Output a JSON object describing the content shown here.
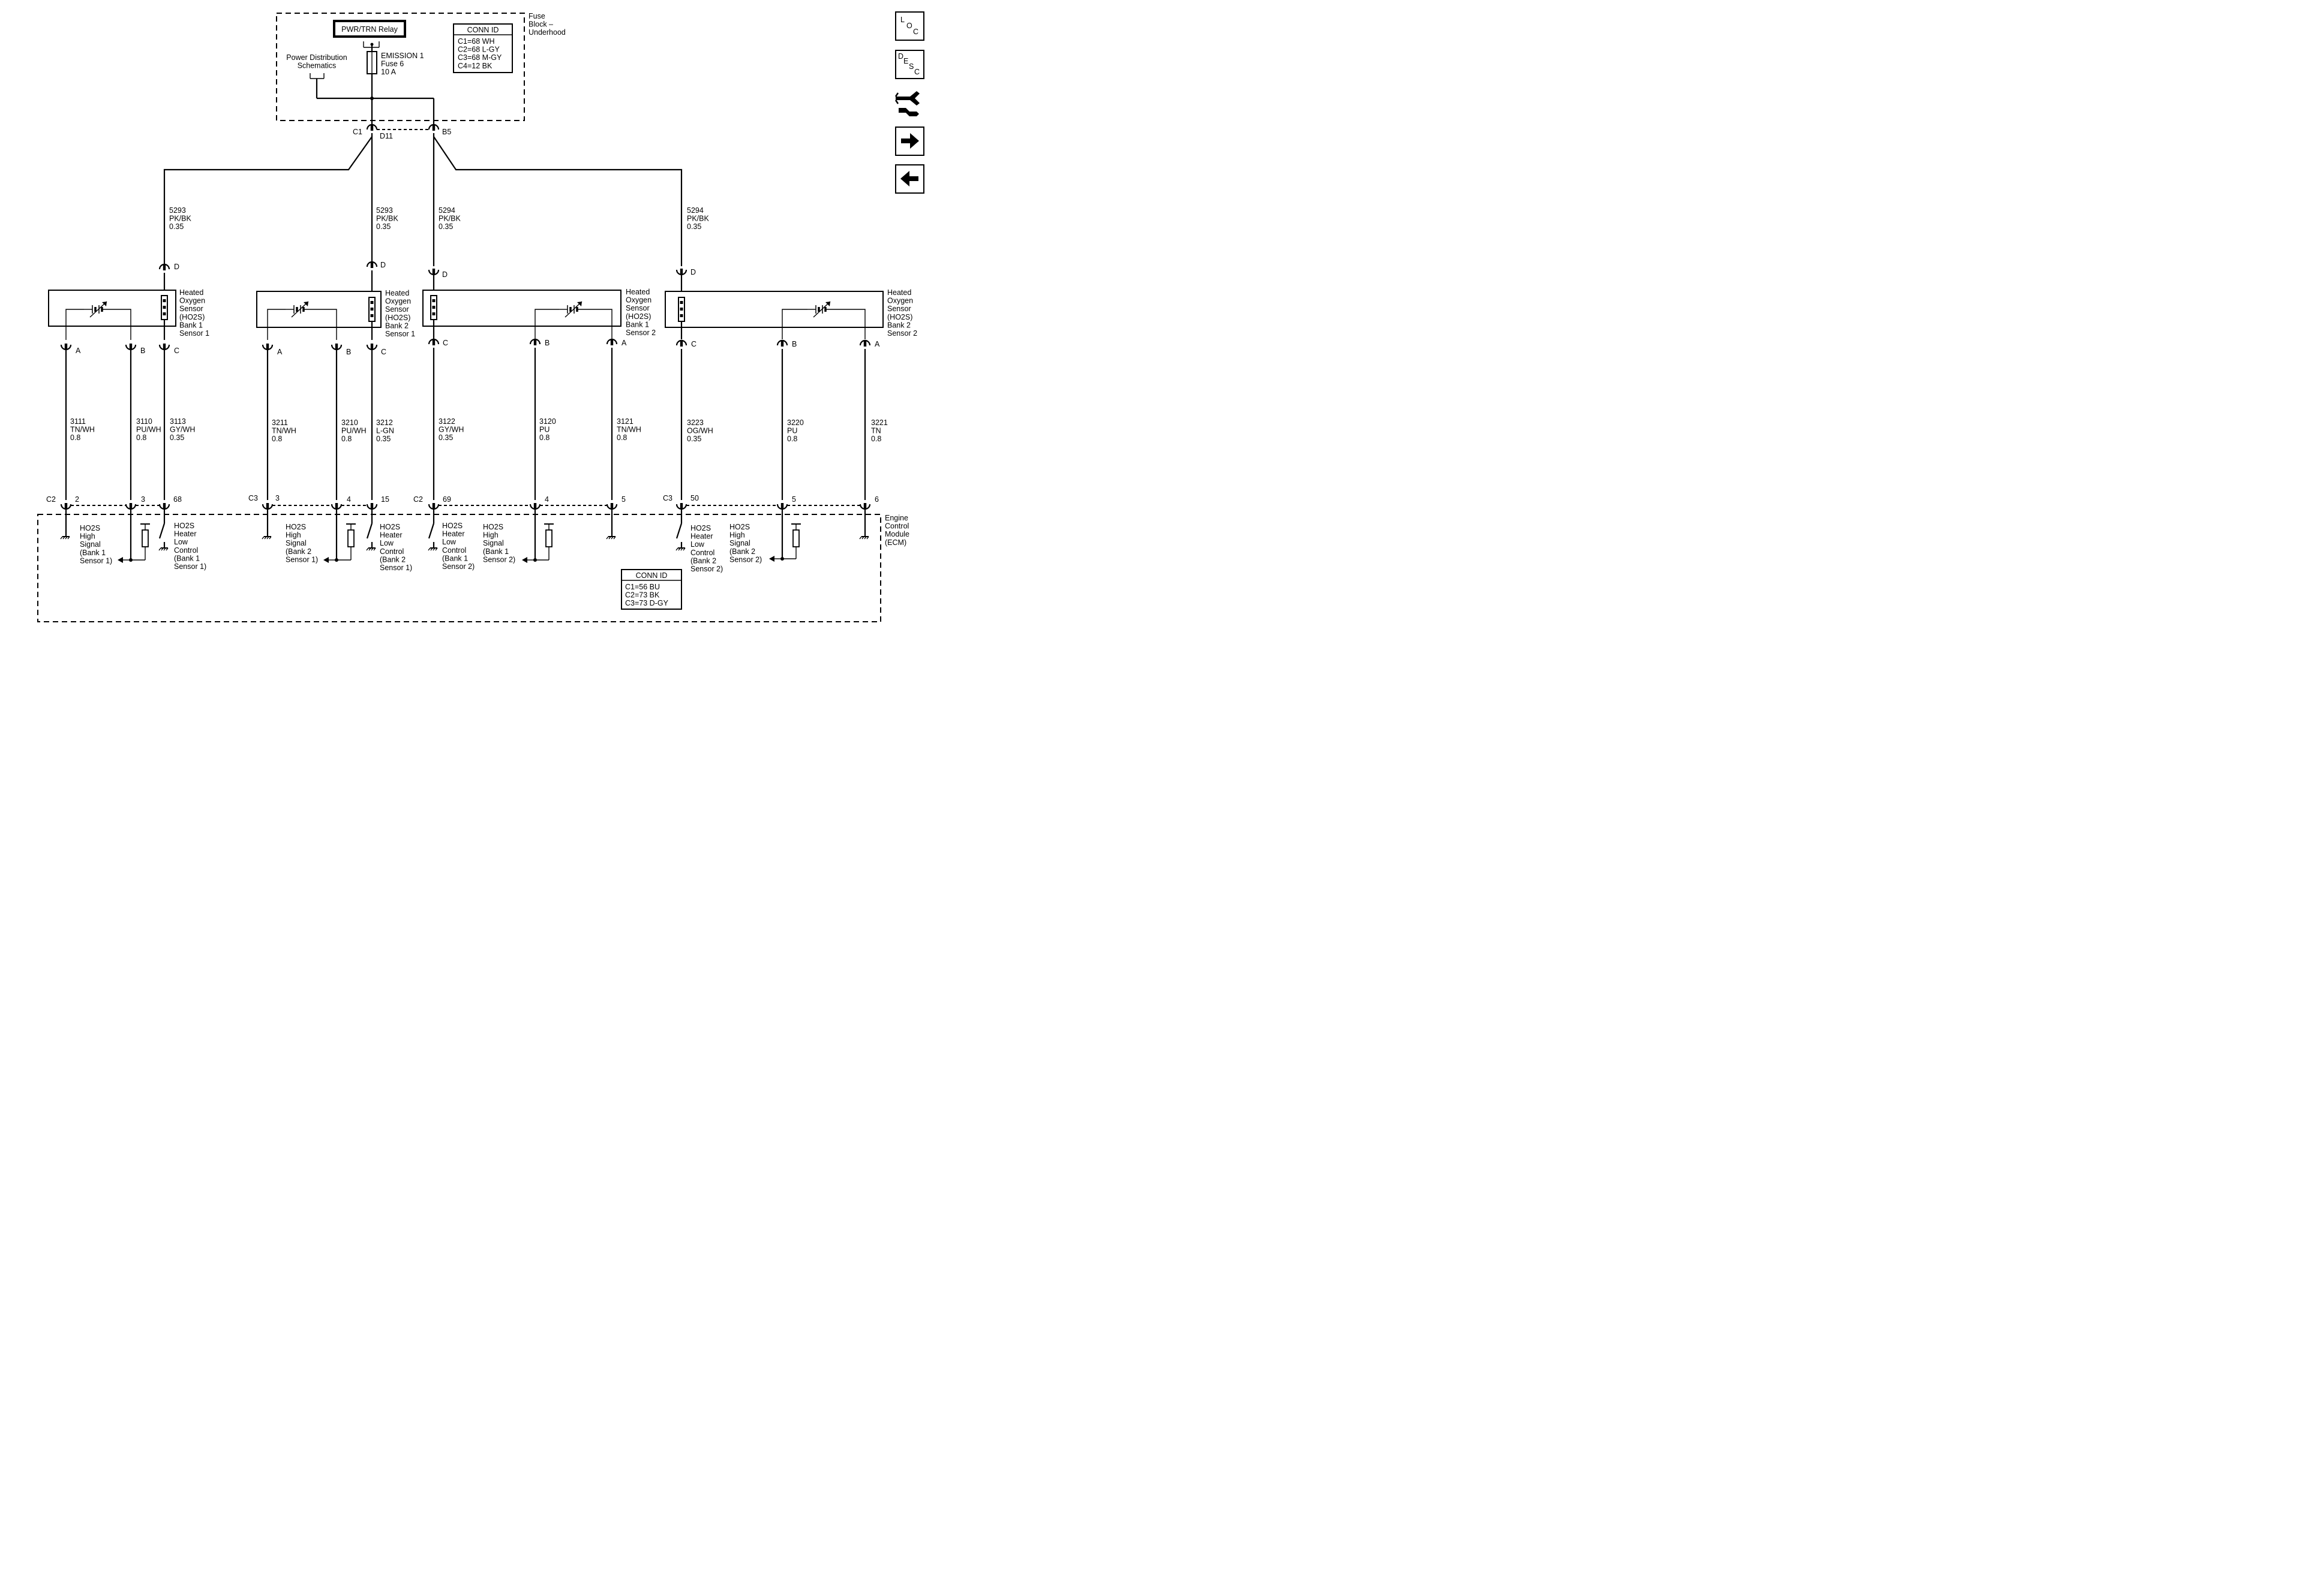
{
  "fuse_block": {
    "label_lines": [
      "Fuse",
      "Block –",
      "Underhood"
    ],
    "relay": "PWR/TRN Relay",
    "power_dist_lines": [
      "Power Distribution",
      "Schematics"
    ],
    "fuse_lines": [
      "EMISSION 1",
      "Fuse 6",
      "10 A"
    ],
    "conn_id": {
      "title": "CONN ID",
      "lines": [
        "C1=68 WH",
        "C2=68 L-GY",
        "C3=68 M-GY",
        "C4=12 BK"
      ]
    },
    "c1": "C1",
    "d11": "D11",
    "b5": "B5"
  },
  "upper_wires": [
    {
      "lines": [
        "5293",
        "PK/BK",
        "0.35"
      ]
    },
    {
      "lines": [
        "5293",
        "PK/BK",
        "0.35"
      ]
    },
    {
      "lines": [
        "5294",
        "PK/BK",
        "0.35"
      ]
    },
    {
      "lines": [
        "5294",
        "PK/BK",
        "0.35"
      ]
    }
  ],
  "sensors": [
    {
      "label_lines": [
        "Heated",
        "Oxygen",
        "Sensor",
        "(HO2S)",
        "Bank 1",
        "Sensor 1"
      ]
    },
    {
      "label_lines": [
        "Heated",
        "Oxygen",
        "Sensor",
        "(HO2S)",
        "Bank 2",
        "Sensor 1"
      ]
    },
    {
      "label_lines": [
        "Heated",
        "Oxygen",
        "Sensor",
        "(HO2S)",
        "Bank 1",
        "Sensor 2"
      ]
    },
    {
      "label_lines": [
        "Heated",
        "Oxygen",
        "Sensor",
        "(HO2S)",
        "Bank 2",
        "Sensor 2"
      ]
    }
  ],
  "pin_letters": {
    "A": "A",
    "B": "B",
    "C": "C",
    "D": "D"
  },
  "lower_wires": [
    {
      "lines": [
        "3111",
        "TN/WH",
        "0.8"
      ]
    },
    {
      "lines": [
        "3110",
        "PU/WH",
        "0.8"
      ]
    },
    {
      "lines": [
        "3113",
        "GY/WH",
        "0.35"
      ]
    },
    {
      "lines": [
        "3211",
        "TN/WH",
        "0.8"
      ]
    },
    {
      "lines": [
        "3210",
        "PU/WH",
        "0.8"
      ]
    },
    {
      "lines": [
        "3212",
        "L-GN",
        "0.35"
      ]
    },
    {
      "lines": [
        "3122",
        "GY/WH",
        "0.35"
      ]
    },
    {
      "lines": [
        "3120",
        "PU",
        "0.8"
      ]
    },
    {
      "lines": [
        "3121",
        "TN/WH",
        "0.8"
      ]
    },
    {
      "lines": [
        "3223",
        "OG/WH",
        "0.35"
      ]
    },
    {
      "lines": [
        "3220",
        "PU",
        "0.8"
      ]
    },
    {
      "lines": [
        "3221",
        "TN",
        "0.8"
      ]
    }
  ],
  "ecm_connectors": [
    "C2",
    "C3",
    "C2",
    "C3"
  ],
  "ecm_pins": [
    "2",
    "3",
    "68",
    "3",
    "4",
    "15",
    "69",
    "4",
    "5",
    "50",
    "5",
    "6"
  ],
  "ecm": {
    "label_lines": [
      "Engine",
      "Control",
      "Module",
      "(ECM)"
    ],
    "conn_id": {
      "title": "CONN ID",
      "lines": [
        "C1=56 BU",
        "C2=73 BK",
        "C3=73 D-GY"
      ]
    }
  },
  "ecm_circuits": [
    {
      "lines": [
        "HO2S",
        "High",
        "Signal",
        "(Bank 1",
        "Sensor 1)"
      ]
    },
    {
      "lines": [
        "HO2S",
        "Heater",
        "Low",
        "Control",
        "(Bank 1",
        "Sensor 1)"
      ]
    },
    {
      "lines": [
        "HO2S",
        "High",
        "Signal",
        "(Bank 2",
        "Sensor 1)"
      ]
    },
    {
      "lines": [
        "HO2S",
        "Heater",
        "Low",
        "Control",
        "(Bank 2",
        "Sensor 1)"
      ]
    },
    {
      "lines": [
        "HO2S",
        "Heater",
        "Low",
        "Control",
        "(Bank 1",
        "Sensor 2)"
      ]
    },
    {
      "lines": [
        "HO2S",
        "High",
        "Signal",
        "(Bank 1",
        "Sensor 2)"
      ]
    },
    {
      "lines": [
        "HO2S",
        "Heater",
        "Low",
        "Control",
        "(Bank 2",
        "Sensor 2)"
      ]
    },
    {
      "lines": [
        "HO2S",
        "High",
        "Signal",
        "(Bank 2",
        "Sensor 2)"
      ]
    }
  ],
  "nav": {
    "loc": {
      "l": "L",
      "o": "O",
      "c": "C"
    },
    "desc": {
      "d": "D",
      "e": "E",
      "s": "S",
      "c": "C"
    },
    "icons": [
      "connector-icon",
      "right-arrow-icon",
      "left-arrow-icon"
    ]
  }
}
